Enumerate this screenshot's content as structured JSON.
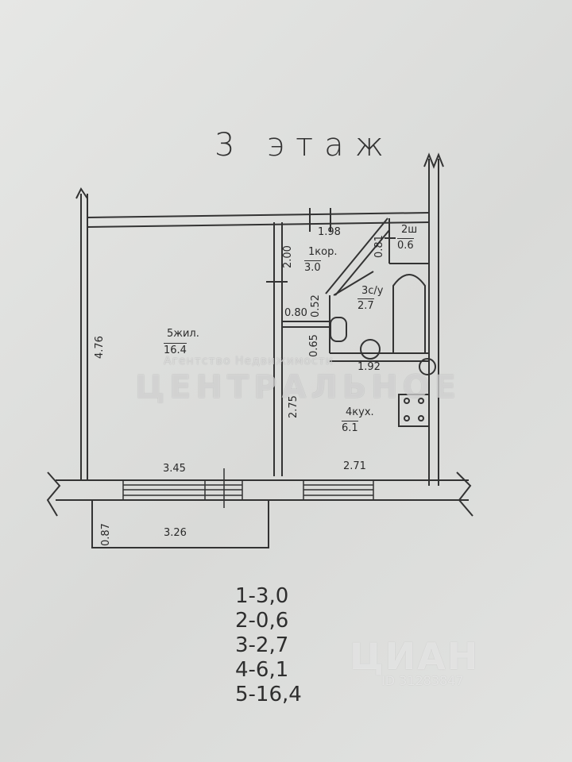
{
  "title": "3 этаж",
  "rooms": [
    {
      "key": "living",
      "name": "5жил.",
      "area": "16.4"
    },
    {
      "key": "corridor",
      "name": "1кор.",
      "area": "3.0"
    },
    {
      "key": "closet",
      "name": "2ш",
      "area": "0.6"
    },
    {
      "key": "bathroom",
      "name": "3с/у",
      "area": "2.7"
    },
    {
      "key": "kitchen",
      "name": "4кух.",
      "area": "6.1"
    }
  ],
  "dimensions": {
    "living_height": "4.76",
    "living_width": "3.45",
    "corridor_top": "1.98",
    "corridor_side": "2.00",
    "closet_side": "0.81",
    "bath_side": "0.52",
    "corridor_step": "0.80",
    "bath_low": "0.65",
    "kitchen_top": "1.92",
    "kitchen_side": "2.75",
    "kitchen_width": "2.71",
    "balcony_depth": "0.87",
    "balcony_width": "3.26"
  },
  "legend": [
    "1-3,0",
    "2-0,6",
    "3-2,7",
    "4-6,1",
    "5-16,4"
  ],
  "watermarks": {
    "agency_line": "Агентство Недвижимости",
    "agency_main": "ЦЕНТРАЛЬНОЕ",
    "logo": "ЦИАН",
    "id": "ID 31283847"
  }
}
